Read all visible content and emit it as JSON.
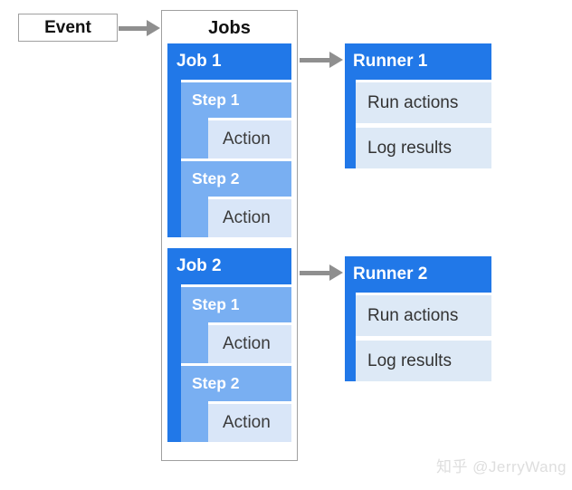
{
  "colors": {
    "primary_blue": "#2178e8",
    "step_blue": "#79aff2",
    "action_blue": "#d9e6f8",
    "row_blue": "#dde9f6",
    "border_gray": "#a0a0a0",
    "arrow_gray": "#8f8f8f",
    "text_dark": "#3a3a3a",
    "watermark_gray": "#dedede"
  },
  "event": {
    "label": "Event"
  },
  "jobs_panel": {
    "title": "Jobs",
    "jobs": [
      {
        "label": "Job 1",
        "steps": [
          {
            "label": "Step 1",
            "action": "Action"
          },
          {
            "label": "Step 2",
            "action": "Action"
          }
        ]
      },
      {
        "label": "Job 2",
        "steps": [
          {
            "label": "Step 1",
            "action": "Action"
          },
          {
            "label": "Step 2",
            "action": "Action"
          }
        ]
      }
    ]
  },
  "runners": [
    {
      "label": "Runner 1",
      "rows": [
        "Run actions",
        "Log results"
      ]
    },
    {
      "label": "Runner 2",
      "rows": [
        "Run actions",
        "Log results"
      ]
    }
  ],
  "watermark": {
    "text": "知乎 @JerryWang"
  }
}
